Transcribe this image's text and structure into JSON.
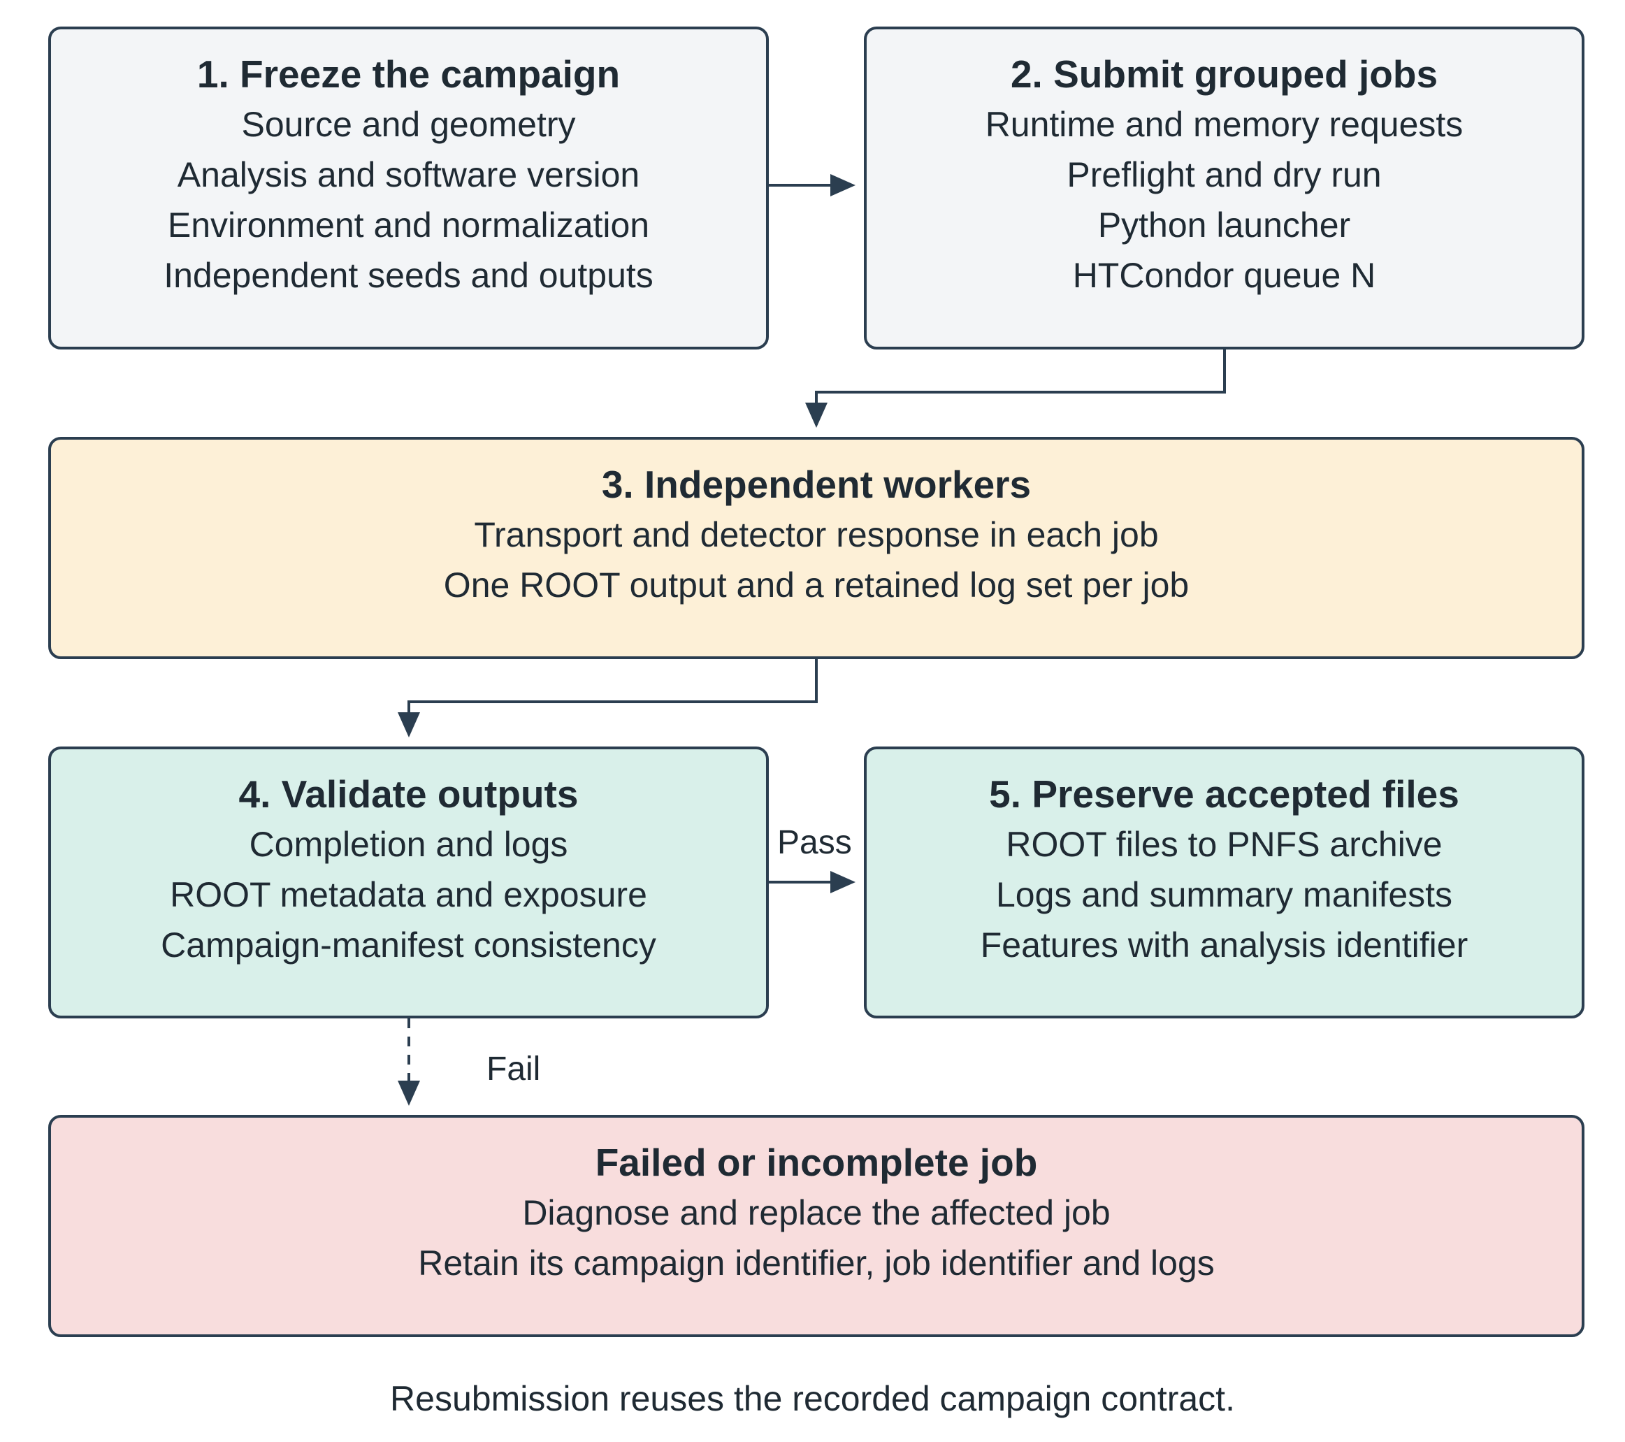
{
  "steps": [
    {
      "title": "1. Freeze the campaign",
      "lines": [
        "Source and geometry",
        "Analysis and software version",
        "Environment and normalization",
        "Independent seeds and outputs"
      ],
      "color": "#f3f5f7"
    },
    {
      "title": "2. Submit grouped jobs",
      "lines": [
        "Runtime and memory requests",
        "Preflight and dry run",
        "Python launcher",
        "HTCondor queue N"
      ],
      "color": "#f3f5f7"
    },
    {
      "title": "3. Independent workers",
      "lines": [
        "Transport and detector response in each job",
        "One ROOT output and a retained log set per job"
      ],
      "color": "#fdf0d7"
    },
    {
      "title": "4. Validate outputs",
      "lines": [
        "Completion and logs",
        "ROOT metadata and exposure",
        "Campaign-manifest consistency"
      ],
      "color": "#d9f0ea"
    },
    {
      "title": "5. Preserve accepted files",
      "lines": [
        "ROOT files to PNFS archive",
        "Logs and summary manifests",
        "Features with analysis identifier"
      ],
      "color": "#d9f0ea"
    },
    {
      "title": "Failed or incomplete job",
      "lines": [
        "Diagnose and replace the affected job",
        "Retain its campaign identifier, job identifier and logs"
      ],
      "color": "#f8dddd"
    }
  ],
  "edges": {
    "pass_label": "Pass",
    "fail_label": "Fail"
  },
  "footnote": "Resubmission reuses the recorded campaign contract.",
  "colors": {
    "stroke": "#2b3e50",
    "text": "#1f2a33"
  }
}
